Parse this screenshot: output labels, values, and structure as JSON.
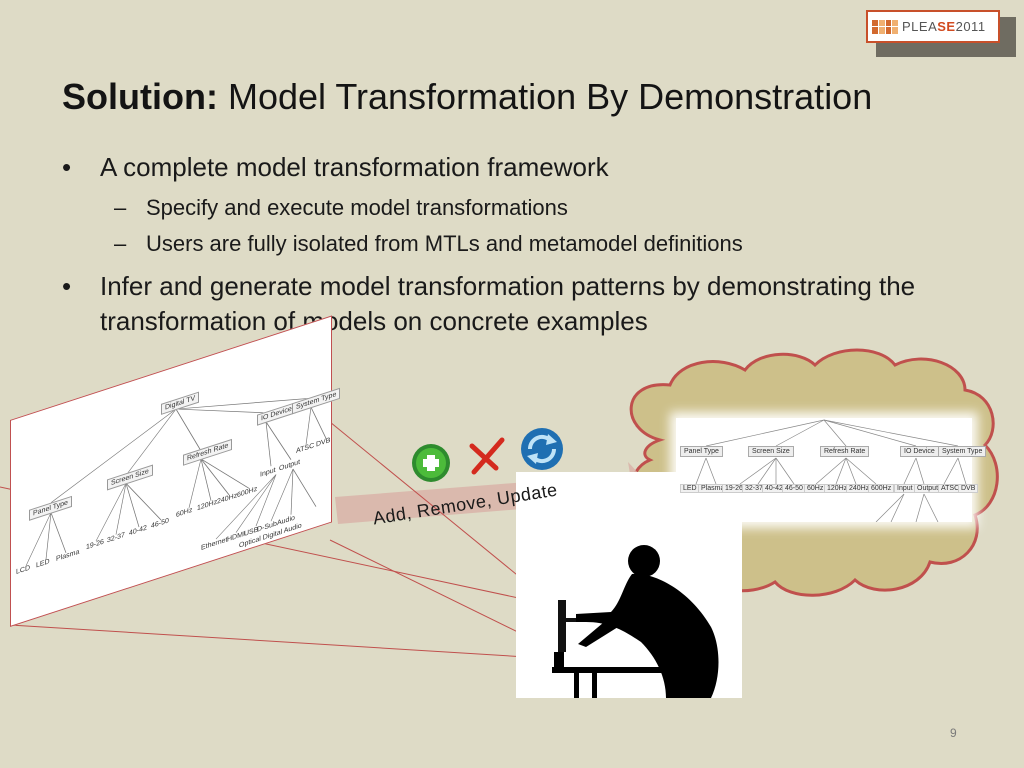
{
  "logo": {
    "text_plain_1": "PLEA",
    "text_bold": "SE",
    "text_plain_2": "2011"
  },
  "title": {
    "bold": "Solution:",
    "rest": " Model Transformation By Demonstration"
  },
  "bullets": [
    {
      "text": "A complete model transformation framework",
      "sub": [
        "Specify and execute model transformations",
        "Users are fully isolated from MTLs and metamodel definitions"
      ]
    },
    {
      "text": "Infer and generate model transformation patterns by demonstrating the transformation of models on concrete examples",
      "sub": []
    }
  ],
  "bullet_mark": "•",
  "sub_mark": "–",
  "arrow_label": "Add, Remove, Update",
  "left_tree": {
    "root": "Digital TV",
    "categories": [
      "Panel Type",
      "Screen Size",
      "Refresh Rate",
      "IO Device",
      "System Type"
    ],
    "panel_leaves": [
      "LCD",
      "LED",
      "Plasma"
    ],
    "size_leaves": [
      "19-26",
      "32-37",
      "40-42",
      "46-50"
    ],
    "rate_leaves": [
      "60Hz",
      "120Hz",
      "240Hz",
      "600Hz"
    ],
    "io_children": [
      "Input",
      "Output"
    ],
    "system_leaves": [
      "ATSC",
      "DVB"
    ],
    "io_leaves": [
      "Ethernet",
      "HDMI",
      "USB",
      "D-Sub",
      "Audio",
      "Optical Digital Audio"
    ]
  },
  "cloud_tree": {
    "categories": [
      "Panel Type",
      "Screen Size",
      "Refresh Rate",
      "IO Device",
      "System Type"
    ],
    "leaves": [
      "LED",
      "Plasma",
      "19-26",
      "32-37",
      "40-42",
      "46-50",
      "60Hz",
      "120Hz",
      "240Hz",
      "600Hz",
      "Input",
      "Output",
      "ATSC",
      "DVB"
    ]
  },
  "colors": {
    "background": "#dedbc6",
    "cloud_fill": "#cdc08a",
    "cloud_stroke": "#c0504d",
    "arrow": "#d9b3a8"
  },
  "icons": {
    "add": "plus-circle-icon",
    "remove": "red-x-icon",
    "update": "refresh-icon"
  },
  "page_number": "9"
}
